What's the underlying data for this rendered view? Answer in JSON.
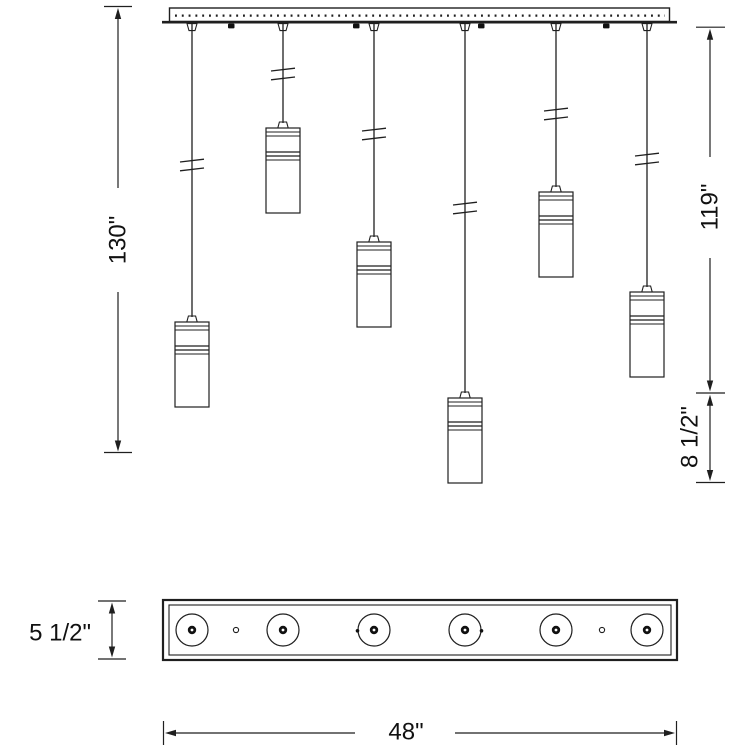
{
  "drawing": {
    "type": "linear-pendant-fixture-dimension-diagram",
    "pendant_count": 6,
    "colors": {
      "line": "#1f1f1f",
      "background": "#ffffff"
    },
    "dimensions": {
      "left_height": "130\"",
      "right_height": "119\"",
      "shade_height": "8 1/2\"",
      "canopy_height": "5 1/2\"",
      "canopy_width": "48\""
    }
  }
}
